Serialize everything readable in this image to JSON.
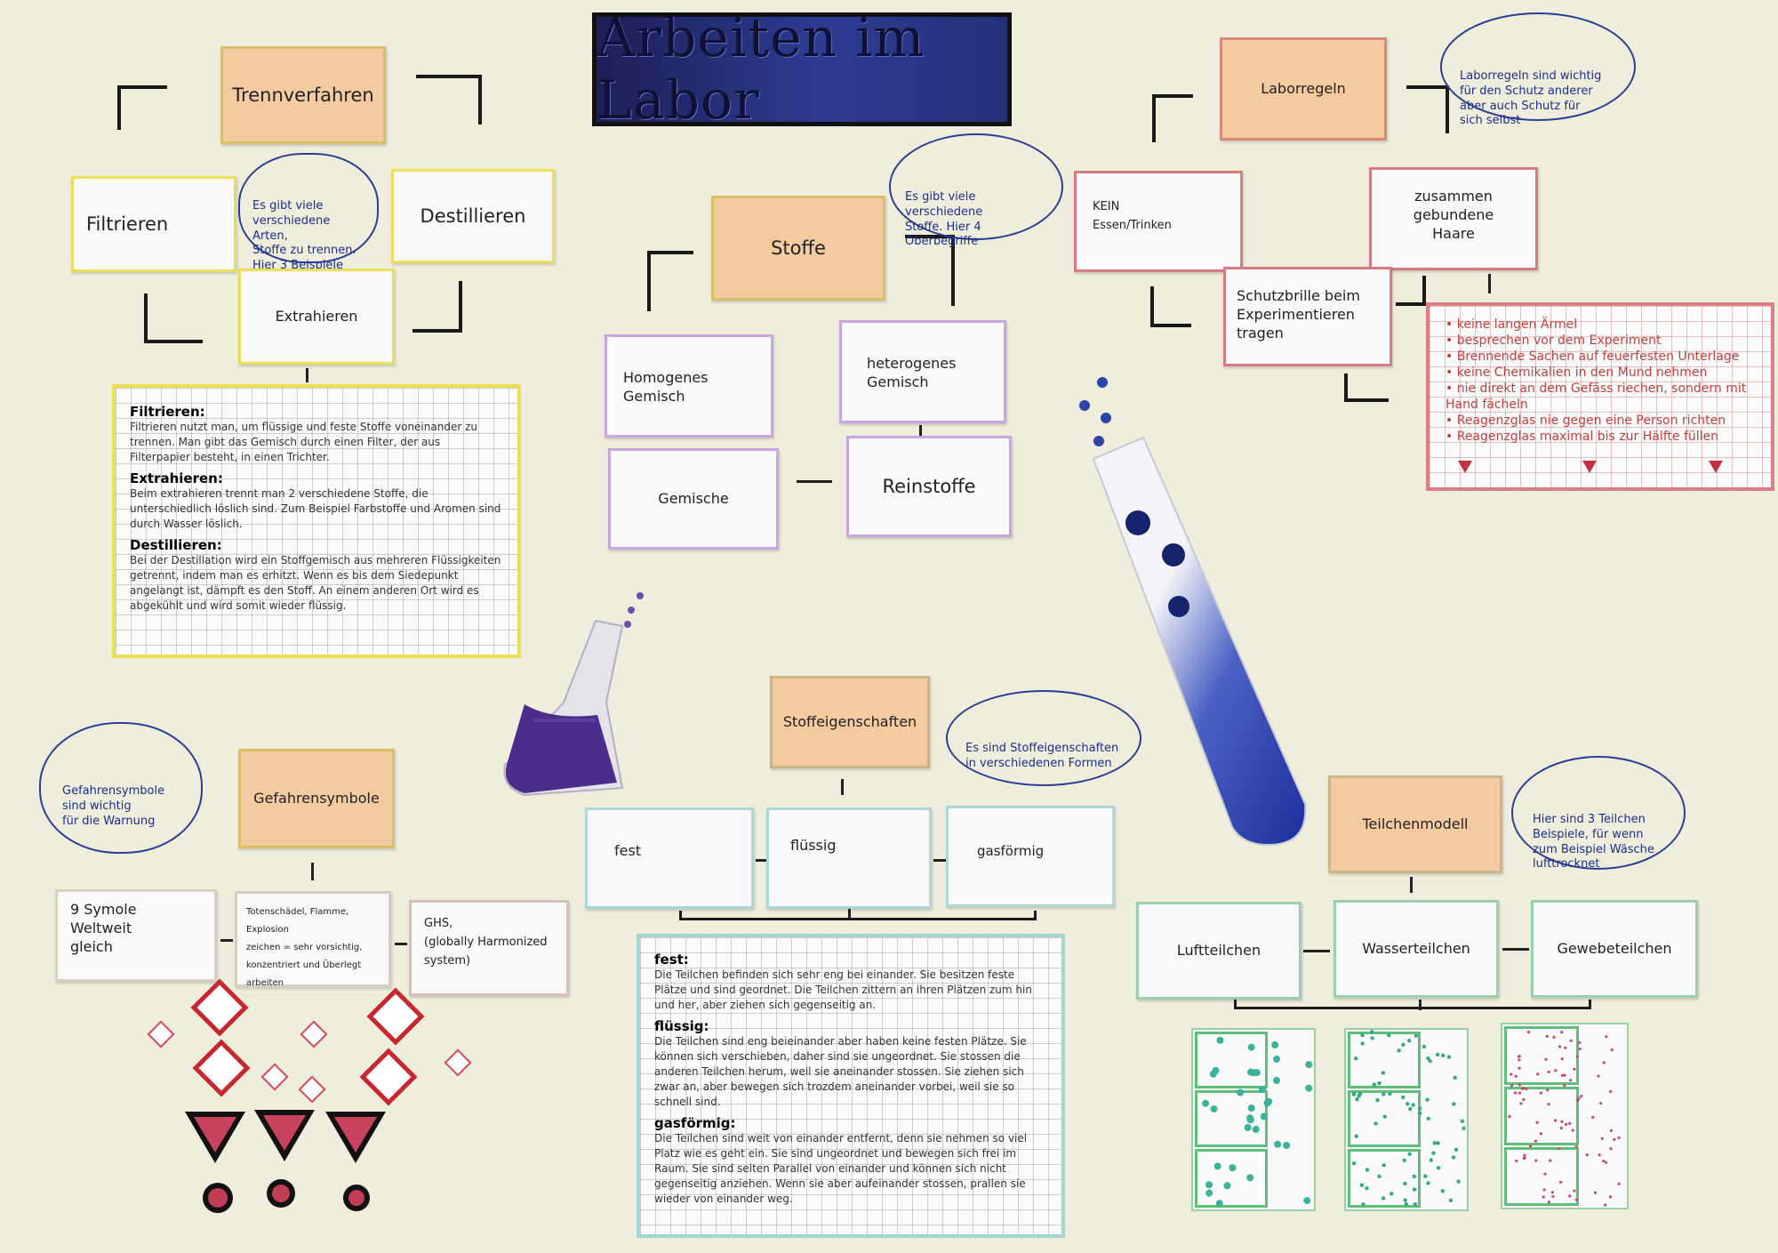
{
  "title": "Arbeiten im Labor",
  "trennverfahren": {
    "header": "Trennverfahren",
    "bubble": "Es gibt viele\nverschiedene Arten,\nStoffe zu trennen.\nHier 3 Beispiele",
    "filtrieren": "Filtrieren",
    "destillieren": "Destillieren",
    "extrahieren": "Extrahieren",
    "notes": [
      {
        "heading": "Filtrieren:",
        "body": "Filtrieren nutzt man, um flüssige und feste Stoffe voneinander zu trennen. Man gibt das Gemisch durch einen Filter, der aus Filterpapier besteht, in einen Trichter."
      },
      {
        "heading": "Extrahieren:",
        "body": "Beim extrahieren trennt man 2 verschiedene Stoffe, die unterschiedlich löslich sind. Zum Beispiel Farbstoffe und Aromen sind durch Wasser löslich."
      },
      {
        "heading": "Destillieren:",
        "body": "Bei der Destillation wird ein Stoffgemisch aus mehreren Flüssigkeiten getrennt, indem man es erhitzt. Wenn es bis dem Siedepunkt angelangt ist, dämpft es den Stoff. An einem anderen Ort wird es abgekühlt und wird somit wieder flüssig."
      }
    ]
  },
  "stoffe": {
    "header": "Stoffe",
    "bubble": "Es gibt viele verschiedene\nStoffe. Hier 4\nOberbegriffe",
    "homogenes": "Homogenes\nGemisch",
    "heterogenes": "heterogenes\nGemisch",
    "gemische": "Gemische",
    "reinstoffe": "Reinstoffe"
  },
  "laborregeln": {
    "header": "Laborregeln",
    "bubble": "Laborregeln sind wichtig\nfür den Schutz anderer\naber auch Schutz für\nsich selbst",
    "kein_essen": "KEIN\nEssen/Trinken",
    "haare": "zusammen gebundene\nHaare",
    "schutzbrille": "Schutzbrille beim\nExperimentieren tragen",
    "rules": [
      "keine langen Ärmel",
      "besprechen vor dem Experiment",
      "Brennende Sachen auf feuerfesten Unterlage",
      "keine Chemikalien in den Mund nehmen",
      "nie direkt an dem Gefäss riechen, sondern mit Hand fächeln",
      "Reagenzglas nie gegen eine Person richten",
      "Reagenzglas maximal bis zur Hälfte füllen"
    ]
  },
  "gefahrensymbole": {
    "header": "Gefahrensymbole",
    "bubble": "Gefahrensymbole\nsind wichtig\nfür die Warnung",
    "symbole": "9 Symole\nWeltweit\ngleich",
    "beispiele": "Totenschädel, Flamme, Explosion\nzeichen = sehr vorsichtig,\nkonzentriert und Überlegt\narbeiten",
    "ghs": "GHS,\n(globally Harmonized\nsystem)"
  },
  "stoffeigenschaften": {
    "header": "Stoffeigenschaften",
    "bubble": "Es sind Stoffeigenschaften\nin verschiedenen Formen",
    "fest": "fest",
    "fluessig": "flüssig",
    "gasfoermig": "gasförmig",
    "notes": [
      {
        "heading": "fest:",
        "body": "Die Teilchen befinden sich sehr eng bei einander. Sie besitzen feste Plätze und sind geordnet. Die Teilchen zittern an ihren Plätzen zum hin und her, aber ziehen sich gegenseitig an."
      },
      {
        "heading": "flüssig:",
        "body": "Die Teilchen sind eng beieinander aber haben keine festen Plätze. Sie können sich verschieben, daher sind sie ungeordnet. Sie stossen die anderen Teilchen herum, weil sie aneinander stossen. Sie ziehen sich zwar an, aber bewegen sich trozdem aneinander vorbei, weil sie so schnell sind."
      },
      {
        "heading": "gasförmig:",
        "body": "Die Teilchen sind weit von einander entfernt, denn sie nehmen so viel Platz wie es geht ein. Sie sind ungeordnet und bewegen sich frei im Raum. Sie sind selten Parallel von einander und können sich nicht gegenseitig anziehen. Wenn sie aber aufeinander stossen, prallen sie wieder von einander weg."
      }
    ]
  },
  "teilchenmodell": {
    "header": "Teilchenmodell",
    "bubble": "Hier sind 3 Teilchen\nBeispiele, für wenn\nzum Beispiel Wäsche\nlufttrocknet",
    "luft": "Luftteilchen",
    "wasser": "Wasserteilchen",
    "gewebe": "Gewebeteilchen"
  },
  "colors": {
    "poster": "#efeedd",
    "header_card": "#f4caa1",
    "bubble_ink": "#1b2e8a",
    "rule_ink": "#c43d3d",
    "title_blue": "#2d3c92"
  },
  "icons": [
    "erlenmeyer-flask-drawing",
    "test-tube-drawing",
    "ghs-hazard-pictogram",
    "warning-triangle"
  ]
}
